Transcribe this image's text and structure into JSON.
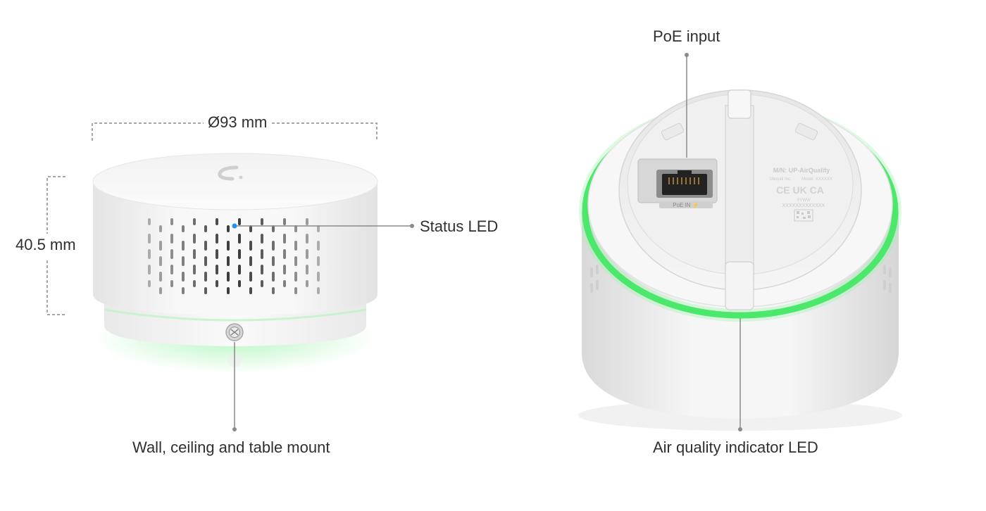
{
  "dimensions": {
    "diameter": "Ø93 mm",
    "height": "40.5 mm"
  },
  "callouts": {
    "status_led": "Status LED",
    "mount": "Wall, ceiling and table mount",
    "poe_input": "PoE input",
    "air_quality_led": "Air quality indicator LED"
  },
  "device_bottom": {
    "model": "M/N: UP-AirQuality",
    "maker": "Ubiquiti Inc.",
    "model_code": "Model: XXXXXX",
    "marks": "CE UK CA",
    "date_code": "YYWW",
    "serial": "XXXXXXXXXXXXX",
    "port_label": "PoE IN ⚡"
  },
  "colors": {
    "device_white": "#f4f4f4",
    "led_green": "#22e04a",
    "status_led_blue": "#1e90ff",
    "callout_line": "#8a8a8a",
    "text": "#2f2f2f"
  }
}
